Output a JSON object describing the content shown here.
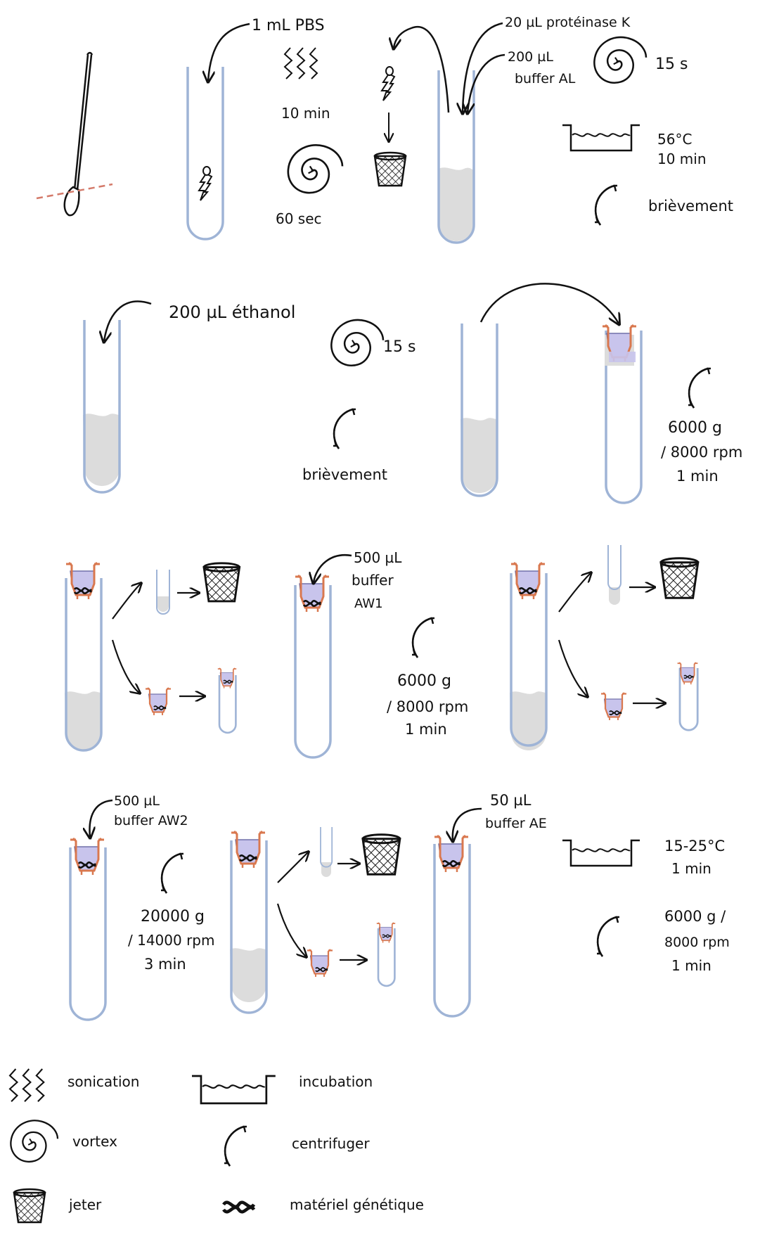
{
  "row1": {
    "pbs": "1 mL PBS",
    "sonic_time": "10 min",
    "vortex_time": "60 sec",
    "protk": "20 µL protéinase K",
    "bufferAL_1": "200 µL",
    "bufferAL_2": "buffer AL",
    "vortex2": "15 s",
    "incub_temp": "56°C",
    "incub_time": "10 min",
    "centri": "brièvement"
  },
  "row2": {
    "ethanol": "200 µL éthanol",
    "vortex": "15 s",
    "centri": "brièvement",
    "speed1": "6000 g",
    "speed2": "/ 8000 rpm",
    "time": "1 min"
  },
  "row3": {
    "aw1_1": "500 µL",
    "aw1_2": "buffer",
    "aw1_3": "AW1",
    "speed1": "6000 g",
    "speed2": "/ 8000 rpm",
    "time": "1 min"
  },
  "row4": {
    "aw2_1": "500 µL",
    "aw2_2": "buffer AW2",
    "speed1": "20000 g",
    "speed2": "/ 14000 rpm",
    "time": "3 min",
    "ae_1": "50 µL",
    "ae_2": "buffer AE",
    "incub_temp": "15-25°C",
    "incub_time": "1 min",
    "c_speed1": "6000 g /",
    "c_speed2": "8000 rpm",
    "c_time": "1 min"
  },
  "legend": {
    "sonication": "sonication",
    "incubation": "incubation",
    "vortex": "vortex",
    "centrifuger": "centrifuger",
    "jeter": "jeter",
    "materiel": "matériel  génétique"
  },
  "colors": {
    "tube": "#9fb4d6",
    "liquid": "#dcdcdc",
    "column": "#d9784f",
    "buffer": "#c8c4ec",
    "swab_cut": "#d47a6a"
  }
}
